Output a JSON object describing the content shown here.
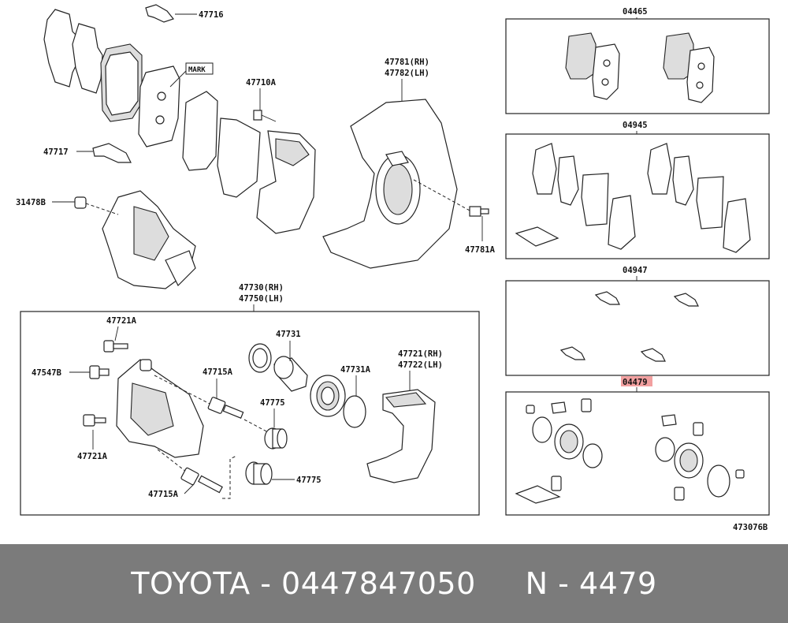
{
  "labels": {
    "l47716": "47716",
    "lmark": "MARK",
    "l47710a": "47710A",
    "l47717": "47717",
    "l31478b": "31478B",
    "l47781rh": "47781(RH)",
    "l47782lh": "47782(LH)",
    "l47781a": "47781A",
    "l47730rh": "47730(RH)",
    "l47750lh": "47750(LH)",
    "l47721a_top": "47721A",
    "l47547b": "47547B",
    "l47721a_bot": "47721A",
    "l47715a_top": "47715A",
    "l47715a_bot": "47715A",
    "l47731": "47731",
    "l47731a": "47731A",
    "l47775_top": "47775",
    "l47775_bot": "47775",
    "l47721rh": "47721(RH)",
    "l47722lh": "47722(LH)",
    "k04465": "04465",
    "k04945": "04945",
    "k04947": "04947",
    "k04479": "04479",
    "ref": "473076B"
  },
  "highlight_color": "#f2a0a0",
  "footer": {
    "text": "TOYOTA - 0447847050     N - 4479"
  }
}
